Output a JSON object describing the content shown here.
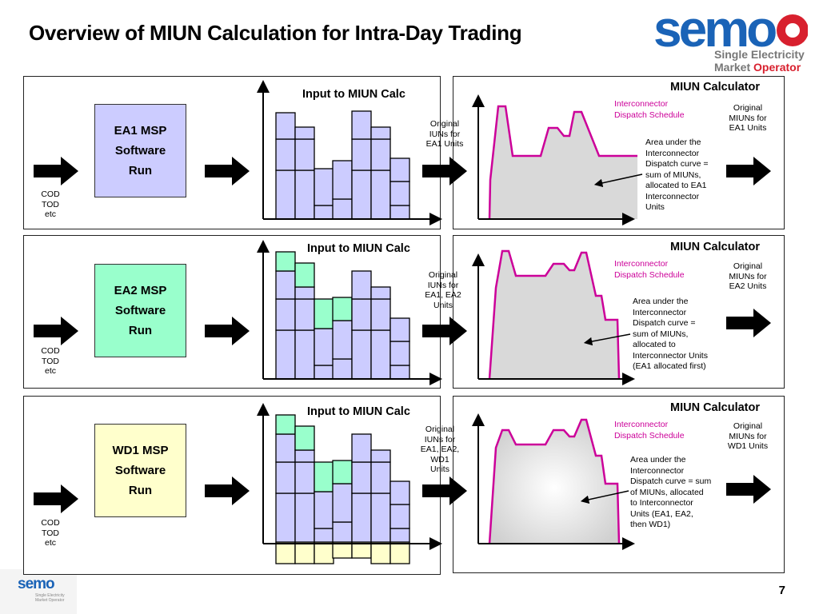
{
  "title": "Overview of MIUN Calculation for Intra-Day Trading",
  "logo": {
    "word": "semo",
    "line1": "Single Electricity",
    "line2a": "Market ",
    "line2b": "Operator",
    "colors": {
      "blue": "#1a63b7",
      "red": "#d8202e",
      "grey": "#777777"
    }
  },
  "small_logo": {
    "word": "semo",
    "line1": "Single Electricity",
    "line2": "Market Operator"
  },
  "colors": {
    "ea1_box": "#ccccff",
    "ea2_box": "#99ffcc",
    "wd1_box": "#ffffcc",
    "bar_blue": "#ccccff",
    "bar_green": "#99ffcc",
    "bar_yellow": "#ffffcc",
    "curve": "#cc0099",
    "area": "#d9d9d9"
  },
  "rows": [
    {
      "msp_label": "EA1 MSP\nSoftware\nRun",
      "inputs_label": "COD\nTOD\netc",
      "input_title": "Input to MIUN Calc",
      "iun_label": "Original\nIUNs for\nEA1 Units",
      "calc_title": "MIUN Calculator",
      "schedule_label": "Interconnector\nDispatch Schedule",
      "output_label": "Original\nMIUNs for\nEA1 Units",
      "area_note": "Area under the\nInterconnector\nDispatch curve =\nsum of MIUNs,\nallocated to EA1\nInterconnector\nUnits"
    },
    {
      "msp_label": "EA2 MSP\nSoftware\nRun",
      "inputs_label": "COD\nTOD\netc",
      "input_title": "Input to MIUN Calc",
      "iun_label": "Original\nIUNs for\nEA1, EA2\nUnits",
      "calc_title": "MIUN Calculator",
      "schedule_label": "Interconnector\nDispatch Schedule",
      "output_label": "Original\nMIUNs for\nEA2 Units",
      "area_note": "Area under the\nInterconnector\nDispatch curve =\nsum of MIUNs,\nallocated to\nInterconnector Units\n(EA1 allocated first)"
    },
    {
      "msp_label": "WD1 MSP\nSoftware\nRun",
      "inputs_label": "COD\nTOD\netc",
      "input_title": "Input to MIUN Calc",
      "iun_label": "Original\nIUNs for\nEA1, EA2,\nWD1\nUnits",
      "calc_title": "MIUN Calculator",
      "schedule_label": "Interconnector\nDispatch Schedule",
      "output_label": "Original\nMIUNs for\nWD1 Units",
      "area_note": "Area under the\nInterconnector\nDispatch curve = sum\nof MIUNs, allocated\nto Interconnector\nUnits (EA1, EA2,\nthen WD1)"
    }
  ],
  "page_number": "7"
}
